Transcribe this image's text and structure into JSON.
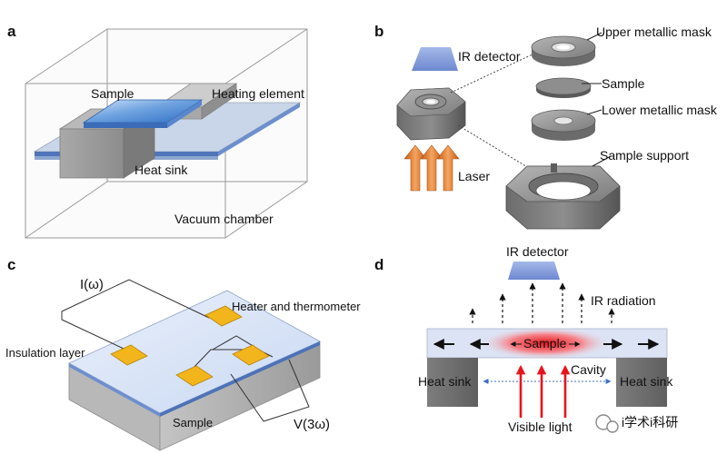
{
  "panels": {
    "a": {
      "letter": "a",
      "sample_label": "Sample",
      "heating_element_label": "Heating element",
      "heat_sink_label": "Heat sink",
      "vacuum_chamber_label": "Vacuum chamber"
    },
    "b": {
      "letter": "b",
      "ir_detector_label": "IR detector",
      "laser_label": "Laser",
      "upper_mask_label": "Upper metallic mask",
      "sample_label": "Sample",
      "lower_mask_label": "Lower metallic mask",
      "support_label": "Sample support"
    },
    "c": {
      "letter": "c",
      "current_label": "I(ω)",
      "heater_label": "Heater and thermometer",
      "insulation_label": "Insulation layer",
      "sample_label": "Sample",
      "voltage_label": "V(3ω)"
    },
    "d": {
      "letter": "d",
      "ir_detector_label": "IR detector",
      "ir_radiation_label": "IR radiation",
      "sample_label": "Sample",
      "heat_sink_left_label": "Heat sink",
      "heat_sink_right_label": "Heat sink",
      "cavity_label": "Cavity",
      "visible_light_label": "Visible light"
    }
  },
  "watermark": {
    "text": "i学术i科研"
  },
  "colors": {
    "sample_blue": "#5b8fd6",
    "pad_yellow": "#f2b51c",
    "laser_orange": "#ee7a2d",
    "light_red": "#e8141c",
    "metal_gray": "#7b7b7b",
    "detector_blue": "#7f98d8"
  }
}
